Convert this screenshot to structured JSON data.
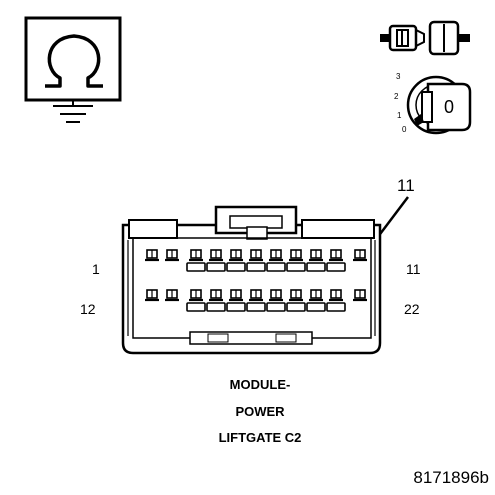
{
  "symbols": {
    "ohmmeter": "ohmmeter-omega-icon",
    "ignition_key": "ignition-key-icon",
    "disconnect_connector": "connector-disconnected-icon"
  },
  "ignition": {
    "positions": [
      "3",
      "2",
      "1",
      "0"
    ],
    "selected": "0",
    "key_label": "0"
  },
  "callout": {
    "pin": "11"
  },
  "pin_numbers": {
    "top_left": "1",
    "top_right": "11",
    "bottom_left": "12",
    "bottom_right": "22"
  },
  "caption": {
    "line1": "MODULE-",
    "line2": "POWER",
    "line3": "LIFTGATE C2"
  },
  "figure_id": "8171896b"
}
